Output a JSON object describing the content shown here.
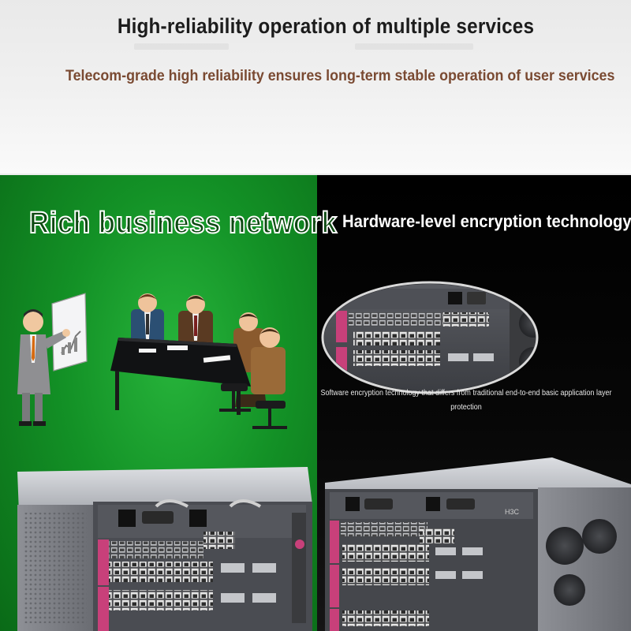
{
  "header": {
    "title": "High-reliability operation of multiple services",
    "subtitle": "Telecom-grade high reliability ensures long-term stable operation of user services"
  },
  "left_panel": {
    "title": "Rich business network",
    "bg_color": "#139126"
  },
  "right_panel": {
    "title": "Hardware-level encryption technology",
    "caption_line1": "Software encryption technology that differs from traditional end-to-end basic application layer",
    "caption_line2": "protection",
    "bg_color": "#000000"
  },
  "device": {
    "brand_mark": "H3C",
    "accent_color": "#c8407a"
  }
}
